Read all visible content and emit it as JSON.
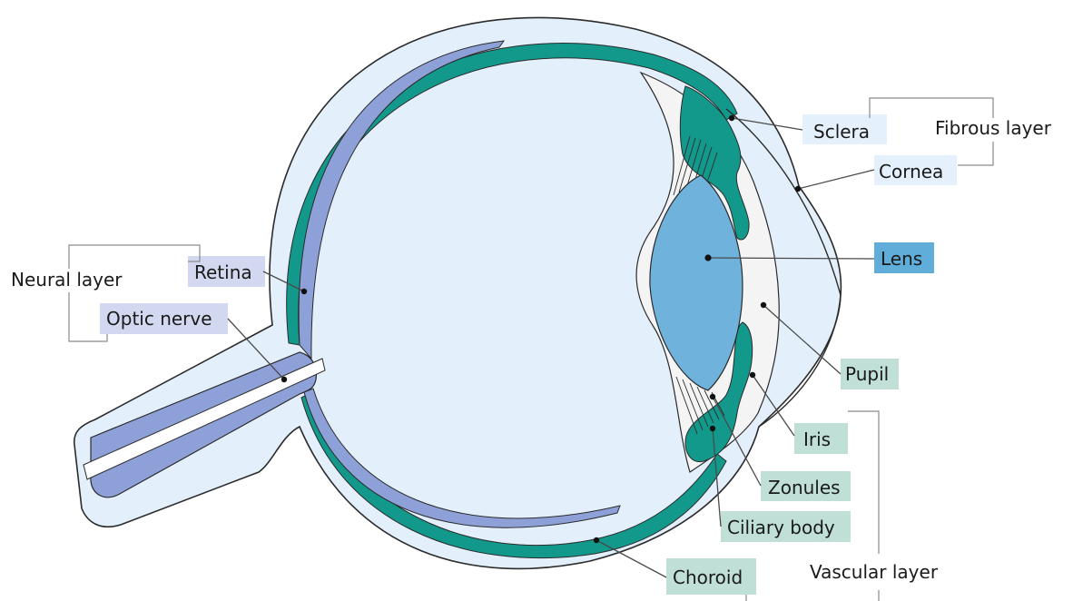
{
  "labels": {
    "sclera": "Sclera",
    "cornea": "Cornea",
    "lens": "Lens",
    "pupil": "Pupil",
    "iris": "Iris",
    "zonules": "Zonules",
    "ciliary_body": "Ciliary body",
    "choroid": "Choroid",
    "retina": "Retina",
    "optic_nerve": "Optic nerve"
  },
  "groups": {
    "fibrous": "Fibrous layer",
    "neural": "Neural layer",
    "vascular": "Vascular layer"
  },
  "colors": {
    "sclera_fill": "#e3f0fb",
    "cornea_box": "#e4f1fc",
    "choroid_teal": "#12998b",
    "retina_blue": "#8ea0d8",
    "lens_blue": "#6fb3dc",
    "lens_box": "#5fadd8",
    "vascular_box": "#bfdfd7",
    "neural_box": "#d2d8ef",
    "anterior_chamber": "#f4f4f4",
    "outline": "#2b2b2b"
  }
}
